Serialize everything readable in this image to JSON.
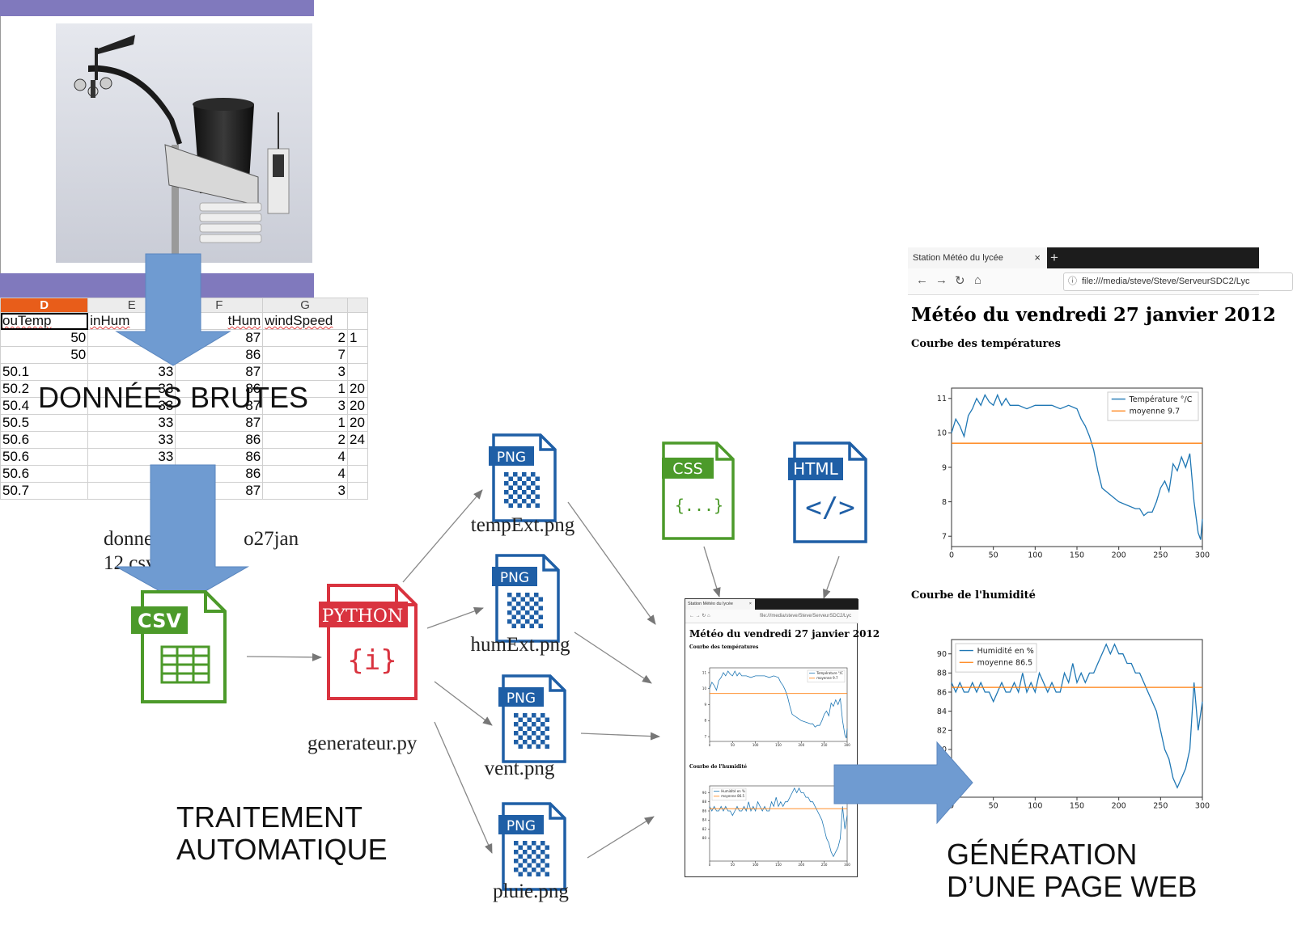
{
  "labels": {
    "donnees_brutes": "DONNÉES BRUTES",
    "traitement_line1": "TRAITEMENT",
    "traitement_line2": "AUTOMATIQUE",
    "generation_line1": "GÉNÉRATION",
    "generation_line2": "D’UNE PAGE WEB"
  },
  "csv_caption": {
    "line1": "donne",
    "line1b": "o27jan",
    "line2": "12.csv"
  },
  "files": {
    "csv_badge": "CSV",
    "python_badge": "PYTHON",
    "python_glyph": "{i}",
    "python_caption": "generateur.py",
    "css_badge": "CSS",
    "css_glyph": "{...}",
    "html_badge": "HTML",
    "html_glyph": "</>",
    "png_badge": "PNG",
    "png_files": [
      "tempExt.png",
      "humExt.png",
      "vent.png",
      "pluie.png"
    ]
  },
  "spreadsheet": {
    "columns": [
      "D",
      "E",
      "F",
      "G",
      ""
    ],
    "headers": [
      "ouTemp",
      "inHum",
      "tHum",
      "windSpeed",
      ""
    ],
    "rows": [
      [
        "50",
        "",
        "87",
        "2",
        "1"
      ],
      [
        "50",
        "",
        "86",
        "7",
        ""
      ],
      [
        "50.1",
        "33",
        "87",
        "3",
        ""
      ],
      [
        "50.2",
        "33",
        "86",
        "1",
        "20"
      ],
      [
        "50.4",
        "33",
        "87",
        "3",
        "20"
      ],
      [
        "50.5",
        "33",
        "87",
        "1",
        "20"
      ],
      [
        "50.6",
        "33",
        "86",
        "2",
        "24"
      ],
      [
        "50.6",
        "33",
        "86",
        "4",
        ""
      ],
      [
        "50.6",
        "",
        "86",
        "4",
        ""
      ],
      [
        "50.7",
        "",
        "87",
        "3",
        ""
      ]
    ]
  },
  "browser": {
    "tab_title": "Station Météo du lycée",
    "tab_close": "×",
    "new_tab": "+",
    "url": "file:///media/steve/Steve/ServeurSDC2/Lyc",
    "page_title": "Météo du vendredi 27 janvier 2012",
    "section_temp": "Courbe des températures",
    "section_hum": "Courbe de l'humidité"
  },
  "colors": {
    "purple_band": "#8079bd",
    "arrow_blue": "#6f9bd1",
    "arrow_blue_dark": "#5b87bf",
    "csv_green": "#4c9a2a",
    "python_red": "#d9333f",
    "png_blue": "#1f5fa6",
    "series_blue": "#1f77b4",
    "series_orange": "#ff7f0e"
  },
  "chart_data": [
    {
      "type": "line",
      "title": "",
      "xlabel": "",
      "ylabel": "",
      "xlim": [
        0,
        300
      ],
      "ylim": [
        6.7,
        11.3
      ],
      "xticks": [
        0,
        50,
        100,
        150,
        200,
        250,
        300
      ],
      "yticks": [
        7,
        8,
        9,
        10,
        11
      ],
      "legend": "top-right",
      "grid": false,
      "series": [
        {
          "name": "Température °/C",
          "color": "#1f77b4",
          "x": [
            0,
            5,
            10,
            15,
            20,
            25,
            30,
            35,
            40,
            45,
            50,
            55,
            60,
            65,
            70,
            80,
            90,
            100,
            110,
            120,
            130,
            140,
            150,
            155,
            160,
            165,
            170,
            175,
            180,
            190,
            200,
            210,
            220,
            225,
            230,
            235,
            240,
            245,
            250,
            255,
            260,
            265,
            270,
            275,
            280,
            285,
            290,
            295,
            298,
            300
          ],
          "values": [
            10.0,
            10.4,
            10.2,
            9.9,
            10.5,
            10.7,
            11.0,
            10.8,
            11.1,
            10.9,
            10.8,
            11.1,
            10.8,
            11.0,
            10.8,
            10.8,
            10.7,
            10.8,
            10.8,
            10.8,
            10.7,
            10.8,
            10.7,
            10.4,
            10.2,
            9.9,
            9.5,
            8.9,
            8.4,
            8.2,
            8.0,
            7.9,
            7.8,
            7.8,
            7.6,
            7.7,
            7.7,
            8.0,
            8.4,
            8.6,
            8.3,
            9.1,
            8.9,
            9.3,
            9.0,
            9.4,
            8.0,
            7.1,
            6.9,
            7.5
          ]
        },
        {
          "name": "moyenne 9.7",
          "color": "#ff7f0e",
          "x": [
            0,
            300
          ],
          "values": [
            9.7,
            9.7
          ]
        }
      ]
    },
    {
      "type": "line",
      "title": "",
      "xlabel": "",
      "ylabel": "",
      "xlim": [
        0,
        300
      ],
      "ylim": [
        75,
        91.5
      ],
      "xticks": [
        0,
        50,
        100,
        150,
        200,
        250,
        300
      ],
      "yticks": [
        80,
        82,
        84,
        86,
        88,
        90
      ],
      "legend": "top-left",
      "grid": false,
      "series": [
        {
          "name": "Humidité en %",
          "color": "#1f77b4",
          "x": [
            0,
            5,
            10,
            15,
            20,
            25,
            30,
            35,
            40,
            45,
            50,
            55,
            60,
            65,
            70,
            75,
            80,
            85,
            90,
            95,
            100,
            105,
            110,
            115,
            120,
            125,
            130,
            135,
            140,
            145,
            150,
            155,
            160,
            165,
            170,
            175,
            180,
            185,
            190,
            195,
            200,
            205,
            210,
            215,
            220,
            225,
            230,
            235,
            240,
            245,
            250,
            255,
            260,
            265,
            270,
            275,
            280,
            285,
            290,
            295,
            300
          ],
          "values": [
            87,
            86,
            87,
            86,
            86,
            87,
            86,
            87,
            86,
            86,
            85,
            86,
            87,
            86,
            86,
            87,
            86,
            88,
            86,
            87,
            86,
            88,
            87,
            86,
            87,
            86,
            86,
            88,
            87,
            89,
            87,
            88,
            87,
            88,
            88,
            89,
            90,
            91,
            90,
            91,
            90,
            90,
            89,
            89,
            88,
            88,
            87,
            86,
            85,
            84,
            82,
            80,
            79,
            77,
            76,
            77,
            78,
            80,
            87,
            82,
            85
          ]
        },
        {
          "name": "moyenne 86.5",
          "color": "#ff7f0e",
          "x": [
            0,
            300
          ],
          "values": [
            86.5,
            86.5
          ]
        }
      ]
    }
  ]
}
